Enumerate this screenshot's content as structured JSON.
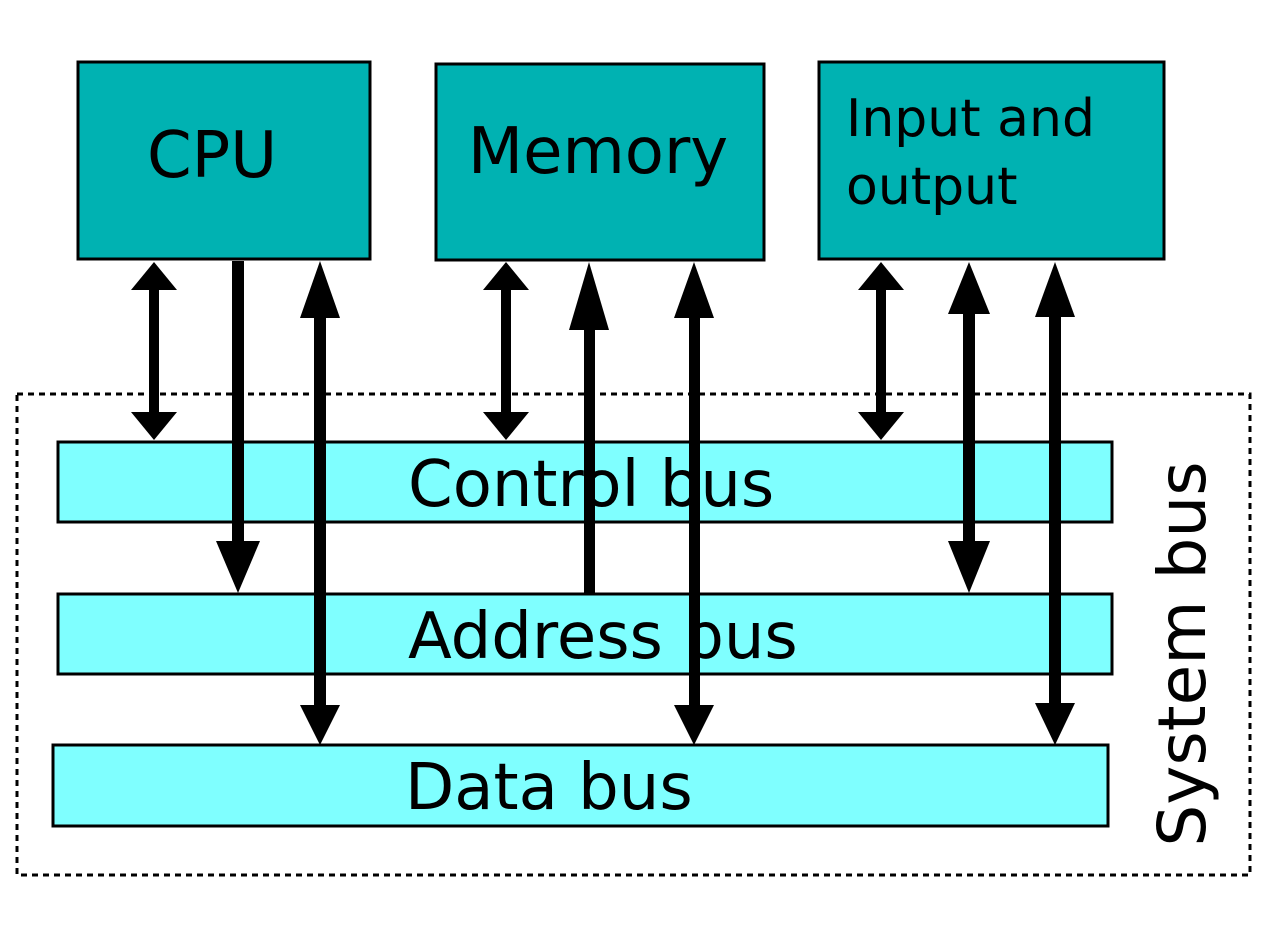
{
  "components": {
    "cpu": {
      "label": "CPU"
    },
    "memory": {
      "label": "Memory"
    },
    "io": {
      "label_line1": "Input and",
      "label_line2": "output"
    }
  },
  "buses": {
    "control": {
      "label": "Control bus"
    },
    "address": {
      "label": "Address bus"
    },
    "data": {
      "label": "Data bus"
    }
  },
  "system_bus": {
    "label": "System bus"
  },
  "colors": {
    "component_fill": "#00B2B2",
    "bus_fill": "#7FFFFF",
    "stroke": "#000000",
    "arrow": "#000000",
    "background": "#FFFFFF"
  }
}
